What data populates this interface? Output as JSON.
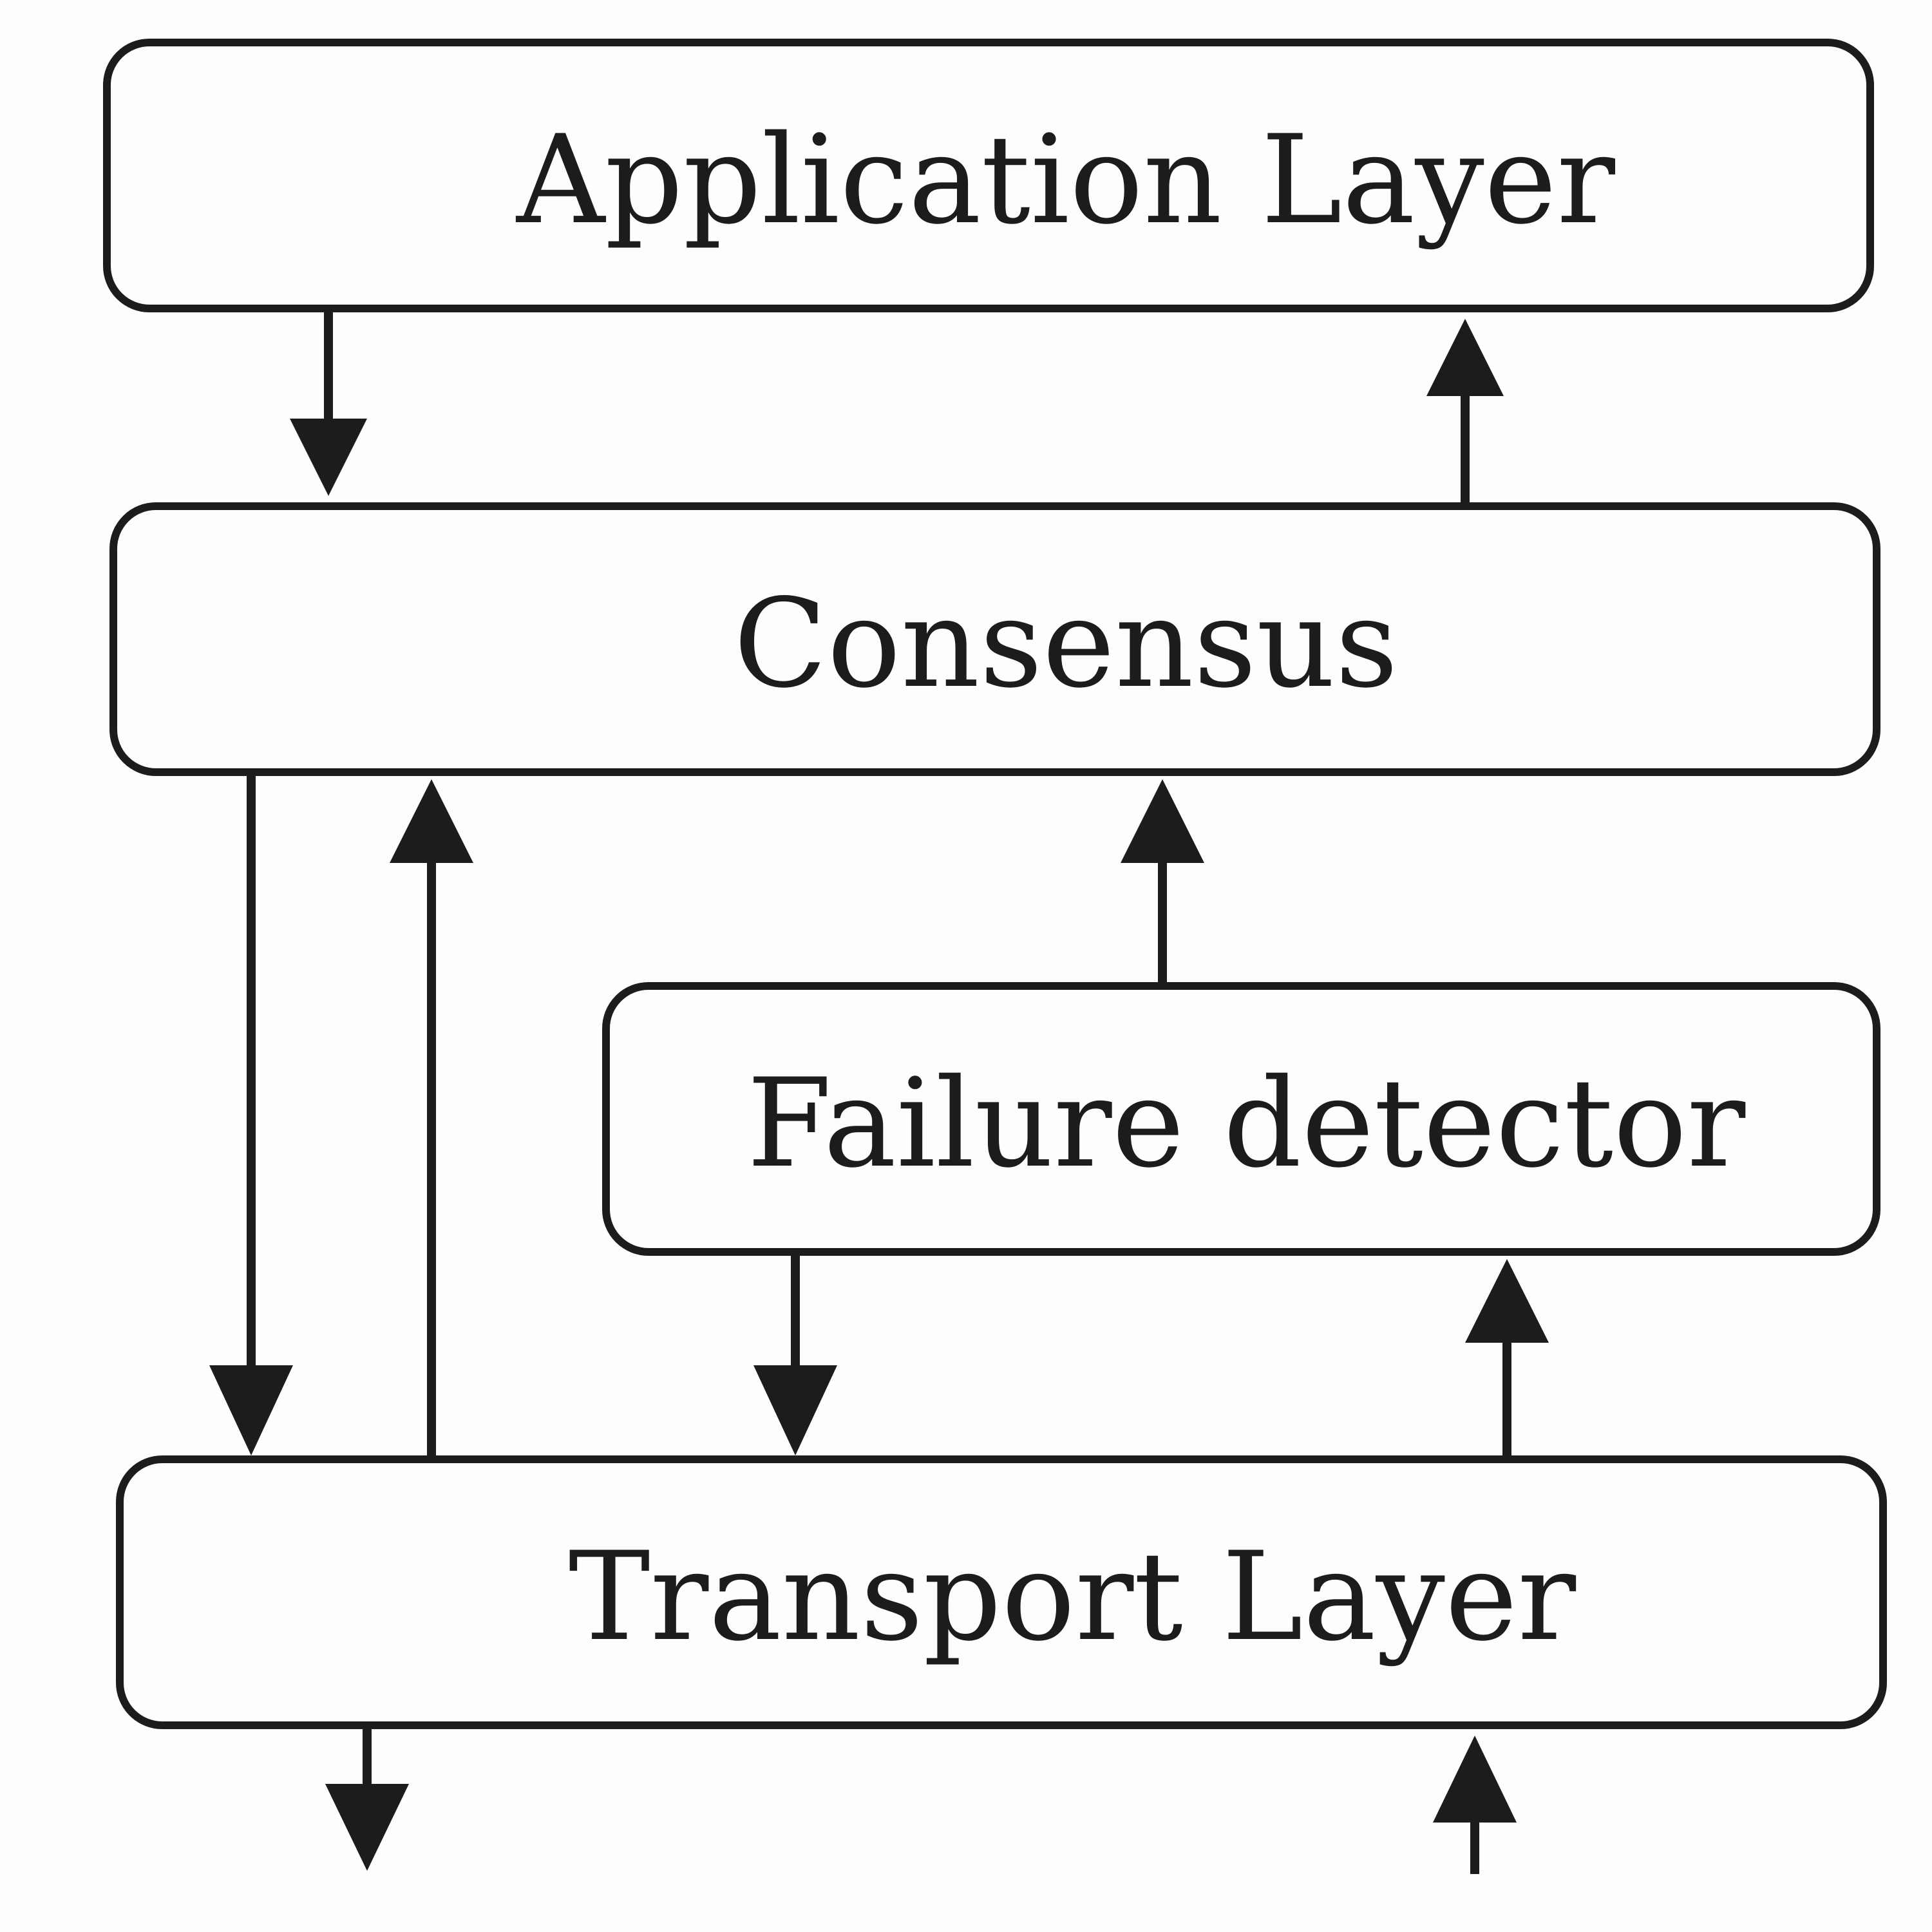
{
  "diagram": {
    "layers": {
      "application": {
        "label": "Application Layer"
      },
      "consensus": {
        "label": "Consensus"
      },
      "failure_detector": {
        "label": "Failure detector"
      },
      "transport": {
        "label": "Transport Layer"
      }
    },
    "edges": [
      {
        "from": "application",
        "to": "consensus",
        "direction": "down"
      },
      {
        "from": "consensus",
        "to": "application",
        "direction": "up"
      },
      {
        "from": "consensus",
        "to": "transport",
        "direction": "down"
      },
      {
        "from": "transport",
        "to": "consensus",
        "direction": "up"
      },
      {
        "from": "failure_detector",
        "to": "consensus",
        "direction": "up"
      },
      {
        "from": "failure_detector",
        "to": "transport",
        "direction": "down"
      },
      {
        "from": "transport",
        "to": "failure_detector",
        "direction": "up"
      },
      {
        "from": "transport",
        "to": "network",
        "direction": "down"
      },
      {
        "from": "network",
        "to": "transport",
        "direction": "up"
      }
    ],
    "colors": {
      "stroke": "#1c1c1c",
      "background": "#fdfdfd"
    }
  }
}
